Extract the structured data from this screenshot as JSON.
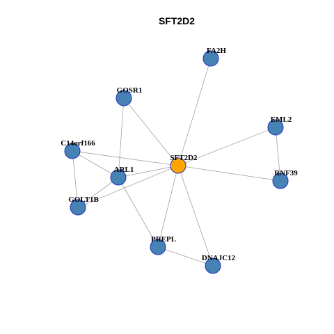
{
  "title": "SFT2D2",
  "colors": {
    "center_node": "#FFA500",
    "neighbor_node": "#4682B4",
    "node_border": "#1F2FBF",
    "edge": "#A0A0A0"
  },
  "nodes": [
    {
      "id": "SFT2D2",
      "label": "SFT2D2",
      "role": "center"
    },
    {
      "id": "FA2H",
      "label": "FA2H",
      "role": "neighbor"
    },
    {
      "id": "GOSR1",
      "label": "GOSR1",
      "role": "neighbor"
    },
    {
      "id": "EML2",
      "label": "EML2",
      "role": "neighbor"
    },
    {
      "id": "C14orf166",
      "label": "C14orf166",
      "role": "neighbor"
    },
    {
      "id": "ARL1",
      "label": "ARL1",
      "role": "neighbor"
    },
    {
      "id": "RNF39",
      "label": "RNF39",
      "role": "neighbor"
    },
    {
      "id": "GOLT1B",
      "label": "GOLT1B",
      "role": "neighbor"
    },
    {
      "id": "PREPL",
      "label": "PREPL",
      "role": "neighbor"
    },
    {
      "id": "DNAJC12",
      "label": "DNAJC12",
      "role": "neighbor"
    }
  ],
  "edges": [
    [
      "SFT2D2",
      "FA2H"
    ],
    [
      "SFT2D2",
      "GOSR1"
    ],
    [
      "SFT2D2",
      "EML2"
    ],
    [
      "SFT2D2",
      "C14orf166"
    ],
    [
      "SFT2D2",
      "ARL1"
    ],
    [
      "SFT2D2",
      "RNF39"
    ],
    [
      "SFT2D2",
      "GOLT1B"
    ],
    [
      "SFT2D2",
      "PREPL"
    ],
    [
      "SFT2D2",
      "DNAJC12"
    ],
    [
      "GOSR1",
      "ARL1"
    ],
    [
      "C14orf166",
      "ARL1"
    ],
    [
      "C14orf166",
      "GOLT1B"
    ],
    [
      "ARL1",
      "GOLT1B"
    ],
    [
      "ARL1",
      "PREPL"
    ],
    [
      "PREPL",
      "DNAJC12"
    ],
    [
      "EML2",
      "RNF39"
    ]
  ]
}
